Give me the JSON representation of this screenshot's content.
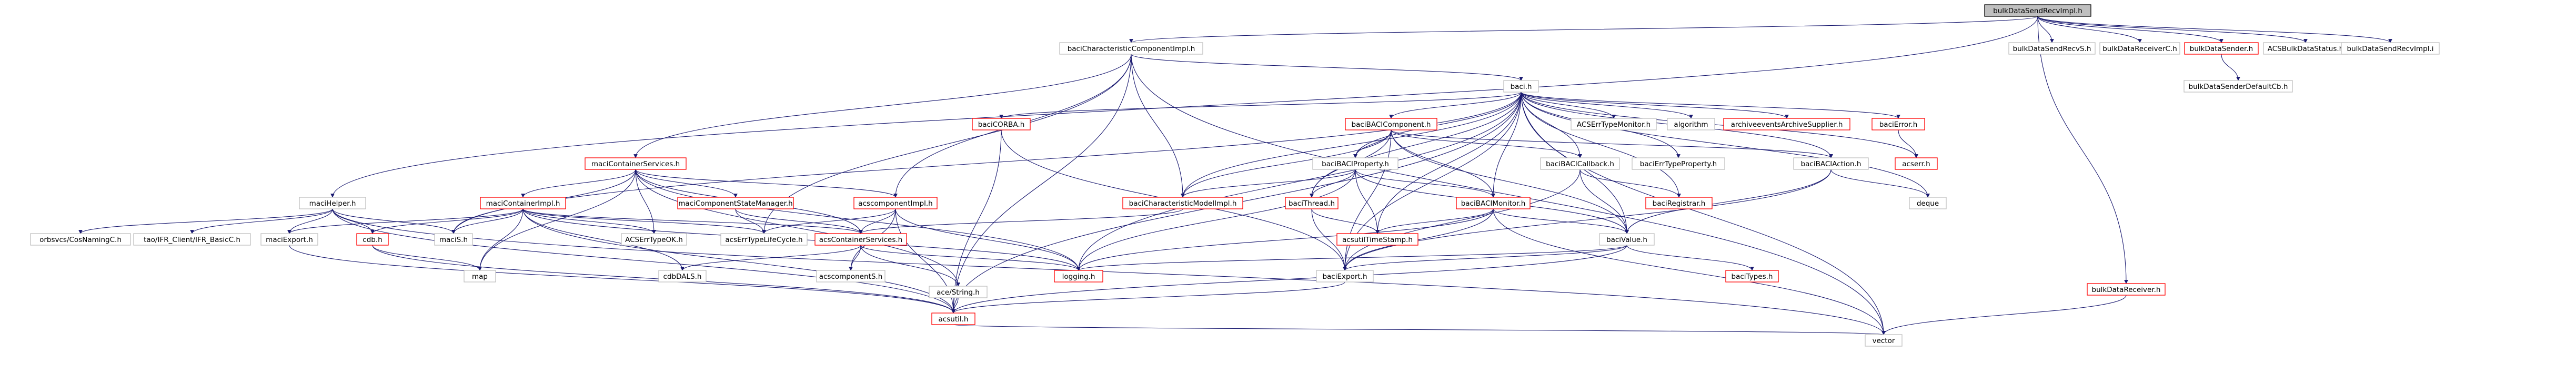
{
  "colors": {
    "root_fill": "#bfbfbf",
    "node_fill": "#ffffff",
    "border_default": "#bfbfbf",
    "border_red": "#ff0000",
    "edge": "#191970",
    "text": "#000000"
  },
  "nodes": [
    {
      "id": "root",
      "label": "bulkDataSendRecvImpl.h",
      "style": "root"
    },
    {
      "id": "charcomp",
      "label": "baciCharacteristicComponentImpl.h",
      "style": "plain"
    },
    {
      "id": "maciHelper",
      "label": "maciHelper.h",
      "style": "plain"
    },
    {
      "id": "bdSendRecvS",
      "label": "bulkDataSendRecvS.h",
      "style": "plain"
    },
    {
      "id": "bdReceiverC",
      "label": "bulkDataReceiverC.h",
      "style": "plain"
    },
    {
      "id": "bdSender",
      "label": "bulkDataSender.h",
      "style": "red"
    },
    {
      "id": "acsBdStatus",
      "label": "ACSBulkDataStatus.h",
      "style": "plain"
    },
    {
      "id": "bdSendRecvI",
      "label": "bulkDataSendRecvImpl.i",
      "style": "plain"
    },
    {
      "id": "bdSenderDefCb",
      "label": "bulkDataSenderDefaultCb.h",
      "style": "plain"
    },
    {
      "id": "baci",
      "label": "baci.h",
      "style": "plain"
    },
    {
      "id": "baciCORBA",
      "label": "baciCORBA.h",
      "style": "red"
    },
    {
      "id": "maciContSvc",
      "label": "maciContainerServices.h",
      "style": "red"
    },
    {
      "id": "baciBACIComp",
      "label": "baciBACIComponent.h",
      "style": "red"
    },
    {
      "id": "acsErrTypeMon",
      "label": "ACSErrTypeMonitor.h",
      "style": "plain"
    },
    {
      "id": "algorithm",
      "label": "algorithm",
      "style": "plain"
    },
    {
      "id": "archiveEvents",
      "label": "archiveeventsArchiveSupplier.h",
      "style": "red"
    },
    {
      "id": "baciError",
      "label": "baciError.h",
      "style": "red"
    },
    {
      "id": "acserr",
      "label": "acserr.h",
      "style": "red"
    },
    {
      "id": "baciBACIProp",
      "label": "baciBACIProperty.h",
      "style": "plain"
    },
    {
      "id": "baciBACICallback",
      "label": "baciBACICallback.h",
      "style": "plain"
    },
    {
      "id": "baciErrTypeProp",
      "label": "baciErrTypeProperty.h",
      "style": "plain"
    },
    {
      "id": "baciBACIAction",
      "label": "baciBACIAction.h",
      "style": "plain"
    },
    {
      "id": "maciContImpl",
      "label": "maciContainerImpl.h",
      "style": "red"
    },
    {
      "id": "maciCompStateMgr",
      "label": "maciComponentStateManager.h",
      "style": "red"
    },
    {
      "id": "acscomponentImpl",
      "label": "acscomponentImpl.h",
      "style": "red"
    },
    {
      "id": "baciCharModel",
      "label": "baciCharacteristicModelImpl.h",
      "style": "red"
    },
    {
      "id": "baciThread",
      "label": "baciThread.h",
      "style": "red"
    },
    {
      "id": "baciBACIMonitor",
      "label": "baciBACIMonitor.h",
      "style": "red"
    },
    {
      "id": "baciRegistrar",
      "label": "baciRegistrar.h",
      "style": "red"
    },
    {
      "id": "deque",
      "label": "deque",
      "style": "plain"
    },
    {
      "id": "orbsvcs",
      "label": "orbsvcs/CosNamingC.h",
      "style": "plain"
    },
    {
      "id": "taoIFR",
      "label": "tao/IFR_Client/IFR_BasicC.h",
      "style": "plain"
    },
    {
      "id": "maciExport",
      "label": "maciExport.h",
      "style": "plain"
    },
    {
      "id": "cdbh",
      "label": "cdb.h",
      "style": "red"
    },
    {
      "id": "maciS",
      "label": "maciS.h",
      "style": "plain"
    },
    {
      "id": "acsErrTypeOK",
      "label": "ACSErrTypeOK.h",
      "style": "plain"
    },
    {
      "id": "acsErrTypeLife",
      "label": "acsErrTypeLifeCycle.h",
      "style": "plain"
    },
    {
      "id": "acsContSvc",
      "label": "acsContainerServices.h",
      "style": "red"
    },
    {
      "id": "acsutilTimeStamp",
      "label": "acsutilTimeStamp.h",
      "style": "red"
    },
    {
      "id": "baciValue",
      "label": "baciValue.h",
      "style": "plain"
    },
    {
      "id": "map",
      "label": "map",
      "style": "plain"
    },
    {
      "id": "cdbDALS",
      "label": "cdbDALS.h",
      "style": "plain"
    },
    {
      "id": "acscomponentS",
      "label": "acscomponentS.h",
      "style": "plain"
    },
    {
      "id": "logging",
      "label": "logging.h",
      "style": "red"
    },
    {
      "id": "baciExport",
      "label": "baciExport.h",
      "style": "plain"
    },
    {
      "id": "baciTypes",
      "label": "baciTypes.h",
      "style": "red"
    },
    {
      "id": "aceString",
      "label": "ace/String.h",
      "style": "plain"
    },
    {
      "id": "acsutil",
      "label": "acsutil.h",
      "style": "red"
    },
    {
      "id": "bdReceiver",
      "label": "bulkDataReceiver.h",
      "style": "red"
    },
    {
      "id": "vector",
      "label": "vector",
      "style": "plain"
    }
  ],
  "edges": [
    [
      "root",
      "charcomp"
    ],
    [
      "root",
      "maciHelper"
    ],
    [
      "root",
      "bdSendRecvS"
    ],
    [
      "root",
      "bdReceiverC"
    ],
    [
      "root",
      "bdSender"
    ],
    [
      "root",
      "acsBdStatus"
    ],
    [
      "root",
      "bdSendRecvI"
    ],
    [
      "root",
      "bdReceiver"
    ],
    [
      "bdSender",
      "bdSenderDefCb"
    ],
    [
      "charcomp",
      "baci"
    ],
    [
      "charcomp",
      "maciContSvc"
    ],
    [
      "charcomp",
      "acscomponentImpl"
    ],
    [
      "charcomp",
      "baciCharModel"
    ],
    [
      "charcomp",
      "acsErrTypeLife"
    ],
    [
      "charcomp",
      "acsutil"
    ],
    [
      "charcomp",
      "vector"
    ],
    [
      "baci",
      "baciCORBA"
    ],
    [
      "baci",
      "baciBACIComp"
    ],
    [
      "baci",
      "acsErrTypeMon"
    ],
    [
      "baci",
      "algorithm"
    ],
    [
      "baci",
      "archiveEvents"
    ],
    [
      "baci",
      "baciError"
    ],
    [
      "baci",
      "acserr"
    ],
    [
      "baci",
      "baciBACIProp"
    ],
    [
      "baci",
      "baciBACICallback"
    ],
    [
      "baci",
      "baciErrTypeProp"
    ],
    [
      "baci",
      "baciBACIAction"
    ],
    [
      "baci",
      "deque"
    ],
    [
      "baci",
      "baciThread"
    ],
    [
      "baci",
      "baciBACIMonitor"
    ],
    [
      "baci",
      "baciRegistrar"
    ],
    [
      "baci",
      "baciValue"
    ],
    [
      "baci",
      "logging"
    ],
    [
      "baci",
      "baciExport"
    ],
    [
      "baci",
      "acsutil"
    ],
    [
      "baci",
      "maciS"
    ],
    [
      "baci",
      "vector"
    ],
    [
      "baci",
      "baciCharModel"
    ],
    [
      "baci",
      "acsutilTimeStamp"
    ],
    [
      "baciError",
      "acserr"
    ],
    [
      "baciCORBA",
      "acsutil"
    ],
    [
      "baciCORBA",
      "baciExport"
    ],
    [
      "baciBACIComp",
      "baciBACIProp"
    ],
    [
      "baciBACIComp",
      "baciBACICallback"
    ],
    [
      "baciBACIComp",
      "baciBACIAction"
    ],
    [
      "baciBACIComp",
      "baciCharModel"
    ],
    [
      "baciBACIComp",
      "baciThread"
    ],
    [
      "baciBACIComp",
      "baciBACIMonitor"
    ],
    [
      "baciBACIComp",
      "baciValue"
    ],
    [
      "baciBACIComp",
      "baciExport"
    ],
    [
      "baciBACIProp",
      "baciCharModel"
    ],
    [
      "baciBACIProp",
      "baciThread"
    ],
    [
      "baciBACIProp",
      "baciBACIMonitor"
    ],
    [
      "baciBACIProp",
      "baciValue"
    ],
    [
      "baciBACIProp",
      "logging"
    ],
    [
      "baciBACIProp",
      "acsutilTimeStamp"
    ],
    [
      "baciBACICallback",
      "baciRegistrar"
    ],
    [
      "baciBACICallback",
      "baciValue"
    ],
    [
      "baciBACICallback",
      "baciExport"
    ],
    [
      "baciBACIAction",
      "deque"
    ],
    [
      "baciBACIAction",
      "baciValue"
    ],
    [
      "baciBACIAction",
      "baciExport"
    ],
    [
      "baciBACIMonitor",
      "acsutilTimeStamp"
    ],
    [
      "baciBACIMonitor",
      "baciValue"
    ],
    [
      "baciBACIMonitor",
      "baciExport"
    ],
    [
      "baciBACIMonitor",
      "logging"
    ],
    [
      "baciBACIMonitor",
      "vector"
    ],
    [
      "baciThread",
      "baciExport"
    ],
    [
      "baciThread",
      "acsutilTimeStamp"
    ],
    [
      "baciValue",
      "baciTypes"
    ],
    [
      "baciValue",
      "logging"
    ],
    [
      "baciValue",
      "baciExport"
    ],
    [
      "baciValue",
      "acsutil"
    ],
    [
      "baciCharModel",
      "acsContSvc"
    ],
    [
      "maciContSvc",
      "maciContImpl"
    ],
    [
      "maciContSvc",
      "maciCompStateMgr"
    ],
    [
      "maciContSvc",
      "acscomponentImpl"
    ],
    [
      "maciContSvc",
      "acsContSvc"
    ],
    [
      "maciContSvc",
      "maciS"
    ],
    [
      "maciContSvc",
      "acsErrTypeOK"
    ],
    [
      "maciContSvc",
      "logging"
    ],
    [
      "maciContSvc",
      "map"
    ],
    [
      "maciContSvc",
      "aceString"
    ],
    [
      "maciContImpl",
      "maciExport"
    ],
    [
      "maciContImpl",
      "cdbh"
    ],
    [
      "maciContImpl",
      "maciS"
    ],
    [
      "maciContImpl",
      "acsErrTypeOK"
    ],
    [
      "maciContImpl",
      "acsErrTypeLife"
    ],
    [
      "maciContImpl",
      "acsContSvc"
    ],
    [
      "maciContImpl",
      "map"
    ],
    [
      "maciContImpl",
      "cdbDALS"
    ],
    [
      "maciContImpl",
      "logging"
    ],
    [
      "maciContImpl",
      "acsutil"
    ],
    [
      "maciCompStateMgr",
      "acsErrTypeLife"
    ],
    [
      "maciCompStateMgr",
      "acsContSvc"
    ],
    [
      "acscomponentImpl",
      "acsContSvc"
    ],
    [
      "acscomponentImpl",
      "acsErrTypeLife"
    ],
    [
      "acscomponentImpl",
      "acscomponentS"
    ],
    [
      "acscomponentImpl",
      "logging"
    ],
    [
      "acscomponentImpl",
      "acsutil"
    ],
    [
      "acsContSvc",
      "cdbDALS"
    ],
    [
      "acsContSvc",
      "acscomponentS"
    ],
    [
      "acsContSvc",
      "logging"
    ],
    [
      "acsContSvc",
      "aceString"
    ],
    [
      "maciHelper",
      "orbsvcs"
    ],
    [
      "maciHelper",
      "taoIFR"
    ],
    [
      "maciHelper",
      "maciExport"
    ],
    [
      "maciHelper",
      "cdbh"
    ],
    [
      "maciHelper",
      "maciS"
    ],
    [
      "maciHelper",
      "acsutil"
    ],
    [
      "maciHelper",
      "vector"
    ],
    [
      "maciExport",
      "acsutil"
    ],
    [
      "cdbh",
      "map"
    ],
    [
      "cdbh",
      "acsutil"
    ],
    [
      "aceString",
      "acsutil"
    ],
    [
      "baciExport",
      "acsutil"
    ],
    [
      "acsutil",
      "vector"
    ],
    [
      "bdReceiver",
      "vector"
    ]
  ]
}
